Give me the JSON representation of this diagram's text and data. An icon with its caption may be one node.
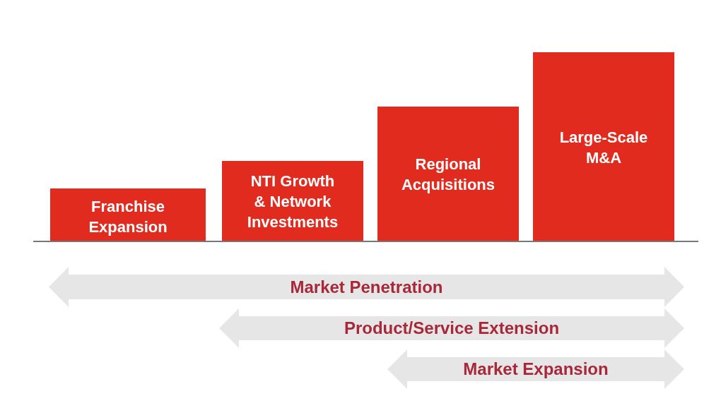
{
  "diagram": {
    "nodes": [
      {
        "text": [
          "Franchise Expansion"
        ]
      },
      {
        "text": [
          "NTI Growth & Network Investments"
        ]
      },
      {
        "text": [
          "Regional Acquisitions"
        ]
      },
      {
        "text": [
          "Large-Scale M&A"
        ]
      },
      {
        "text": [
          "Market Penetration"
        ]
      },
      {
        "text": [
          "Product/Service Extension"
        ]
      },
      {
        "text": [
          "Market Expansion"
        ]
      }
    ],
    "edges": []
  }
}
